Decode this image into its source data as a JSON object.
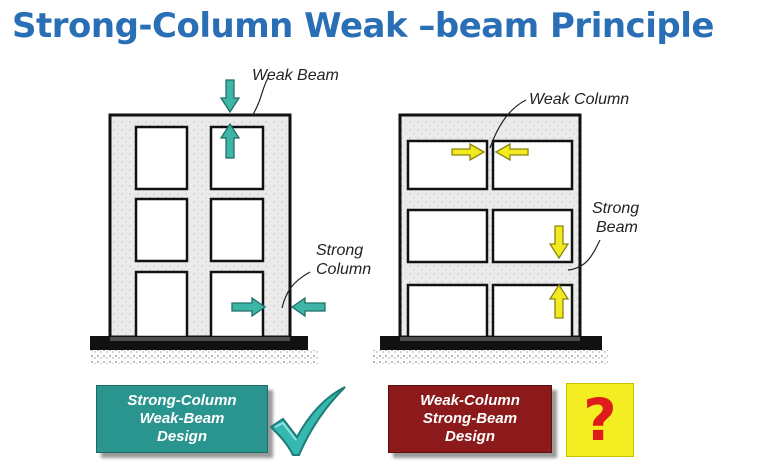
{
  "title": "Strong-Column Weak –beam Principle",
  "labels": {
    "weak_beam": "Weak Beam",
    "strong_column_1": "Strong",
    "strong_column_2": "Column",
    "weak_column": "Weak Column",
    "strong_beam_1": "Strong",
    "strong_beam_2": "Beam"
  },
  "good_design": {
    "line1": "Strong-Column",
    "line2": "Weak-Beam",
    "line3": "Design",
    "color": "#2a948f"
  },
  "bad_design": {
    "line1": "Weak-Column",
    "line2": "Strong-Beam",
    "line3": "Design",
    "color": "#8c1a1a"
  },
  "verdicts": {
    "good_icon": "checkmark-icon",
    "bad_icon": "question-mark-icon",
    "bad_symbol": "?"
  },
  "arrow_colors": {
    "left_frame": "#3fb5a8",
    "right_frame": "#f2ea1e"
  }
}
